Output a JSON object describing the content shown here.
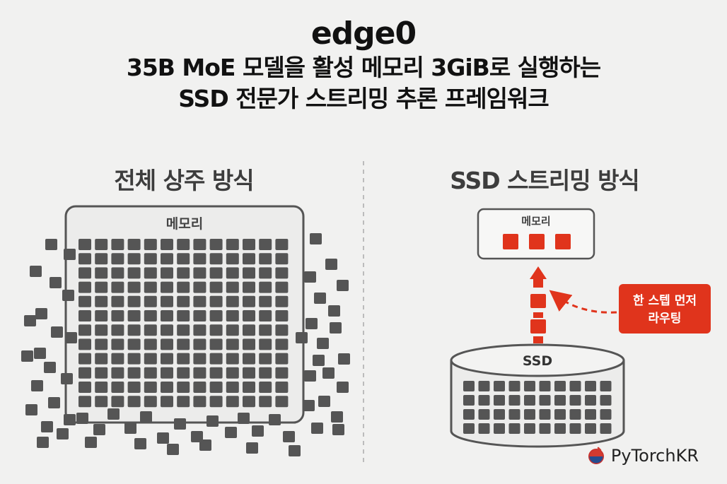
{
  "title": {
    "main": "edge0",
    "line2": "35B MoE 모델을 활성 메모리 3GiB로 실행하는",
    "line3": "SSD 전문가 스트리밍 추론 프레임워크"
  },
  "left_panel": {
    "heading": "전체 상주 방식",
    "box_label": "메모리"
  },
  "right_panel": {
    "heading": "SSD 스트리밍 방식",
    "memory_label": "메모리",
    "ssd_label": "SSD",
    "callout_line1": "한 스텝 먼저",
    "callout_line2": "라우팅"
  },
  "brand": {
    "name": "PyTorchKR",
    "icon": "pytorchkr-logo-icon"
  },
  "colors": {
    "background": "#f1f1f0",
    "block": "#555555",
    "accent": "#e0341c"
  }
}
